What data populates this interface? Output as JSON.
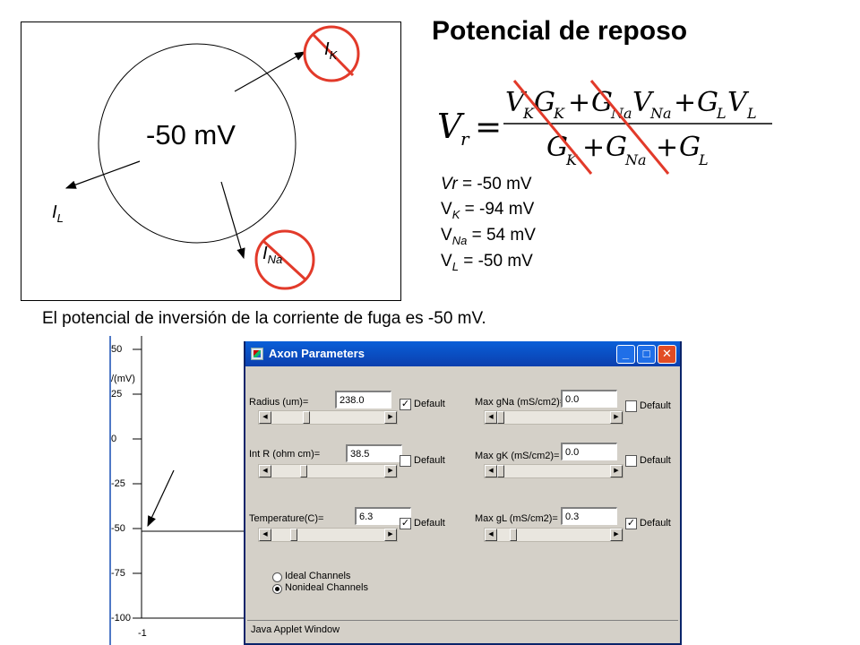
{
  "diagram": {
    "membrane_potential": "-50 mV",
    "currents": {
      "k": {
        "main": "I",
        "sub": "K"
      },
      "na": {
        "main": "I",
        "sub": "Na"
      },
      "leak": {
        "main": "I",
        "sub": "L"
      }
    }
  },
  "title": "Potencial de reposo",
  "formula": {
    "lhs": "V",
    "lhs_sub": "r",
    "num": [
      {
        "a": "V",
        "a_sub": "K",
        "b": "G",
        "b_sub": "K"
      },
      {
        "a": "G",
        "a_sub": "Na",
        "b": "V",
        "b_sub": "Na"
      },
      {
        "a": "G",
        "a_sub": "L",
        "b": "V",
        "b_sub": "L"
      }
    ],
    "den": [
      {
        "a": "G",
        "a_sub": "K"
      },
      {
        "a": "G",
        "a_sub": "Na"
      },
      {
        "a": "G",
        "a_sub": "L"
      }
    ]
  },
  "params": {
    "vr": {
      "label": "Vr",
      "sub": "",
      "value": " = -50 mV"
    },
    "vk": {
      "label": "V",
      "sub": "K",
      "value": " = -94 mV"
    },
    "vna": {
      "label": "V",
      "sub": "Na",
      "value": " = 54 mV"
    },
    "vl": {
      "label": "V",
      "sub": "L",
      "value": " =  -50 mV"
    }
  },
  "caption": "El potencial de inversión de la corriente de fuga es -50 mV.",
  "plot": {
    "y_label": "/(mV)",
    "y_ticks": [
      "50",
      "25",
      "0",
      "-25",
      "-50",
      "-75",
      "-100"
    ],
    "x_tick": "-1"
  },
  "applet": {
    "window_title": "Axon Parameters",
    "buttons": {
      "minimize": "_",
      "maximize": "□",
      "close": "✕"
    },
    "fields": {
      "radius": {
        "label": "Radius (um)=",
        "value": "238.0"
      },
      "int_r": {
        "label": "Int R (ohm cm)=",
        "value": "38.5"
      },
      "temperature": {
        "label": "Temperature(C)=",
        "value": "6.3"
      },
      "max_gna": {
        "label": "Max gNa (mS/cm2)=",
        "value": "0.0"
      },
      "max_gk": {
        "label": "Max gK (mS/cm2)=",
        "value": "0.0"
      },
      "max_gl": {
        "label": "Max gL (mS/cm2)=",
        "value": "0.3"
      }
    },
    "default_label": "Default",
    "defaults_checked": {
      "radius": true,
      "int_r": false,
      "temperature": true,
      "max_gna": false,
      "max_gk": false,
      "max_gl": true
    },
    "sliders": {
      "radius": 0.3,
      "int_r": 0.27,
      "temperature": 0.18,
      "max_gna": 0.0,
      "max_gk": 0.0,
      "max_gl": 0.12
    },
    "channels": {
      "options": [
        "Ideal Channels",
        "Nonideal Channels"
      ],
      "selected": "Nonideal Channels"
    },
    "status": "Java Applet Window"
  },
  "colors": {
    "strike": "#e23a2a",
    "titlebar": "#0b49c6",
    "window_bg": "#d4d0c8",
    "plot_axis": "#4f79c6"
  }
}
